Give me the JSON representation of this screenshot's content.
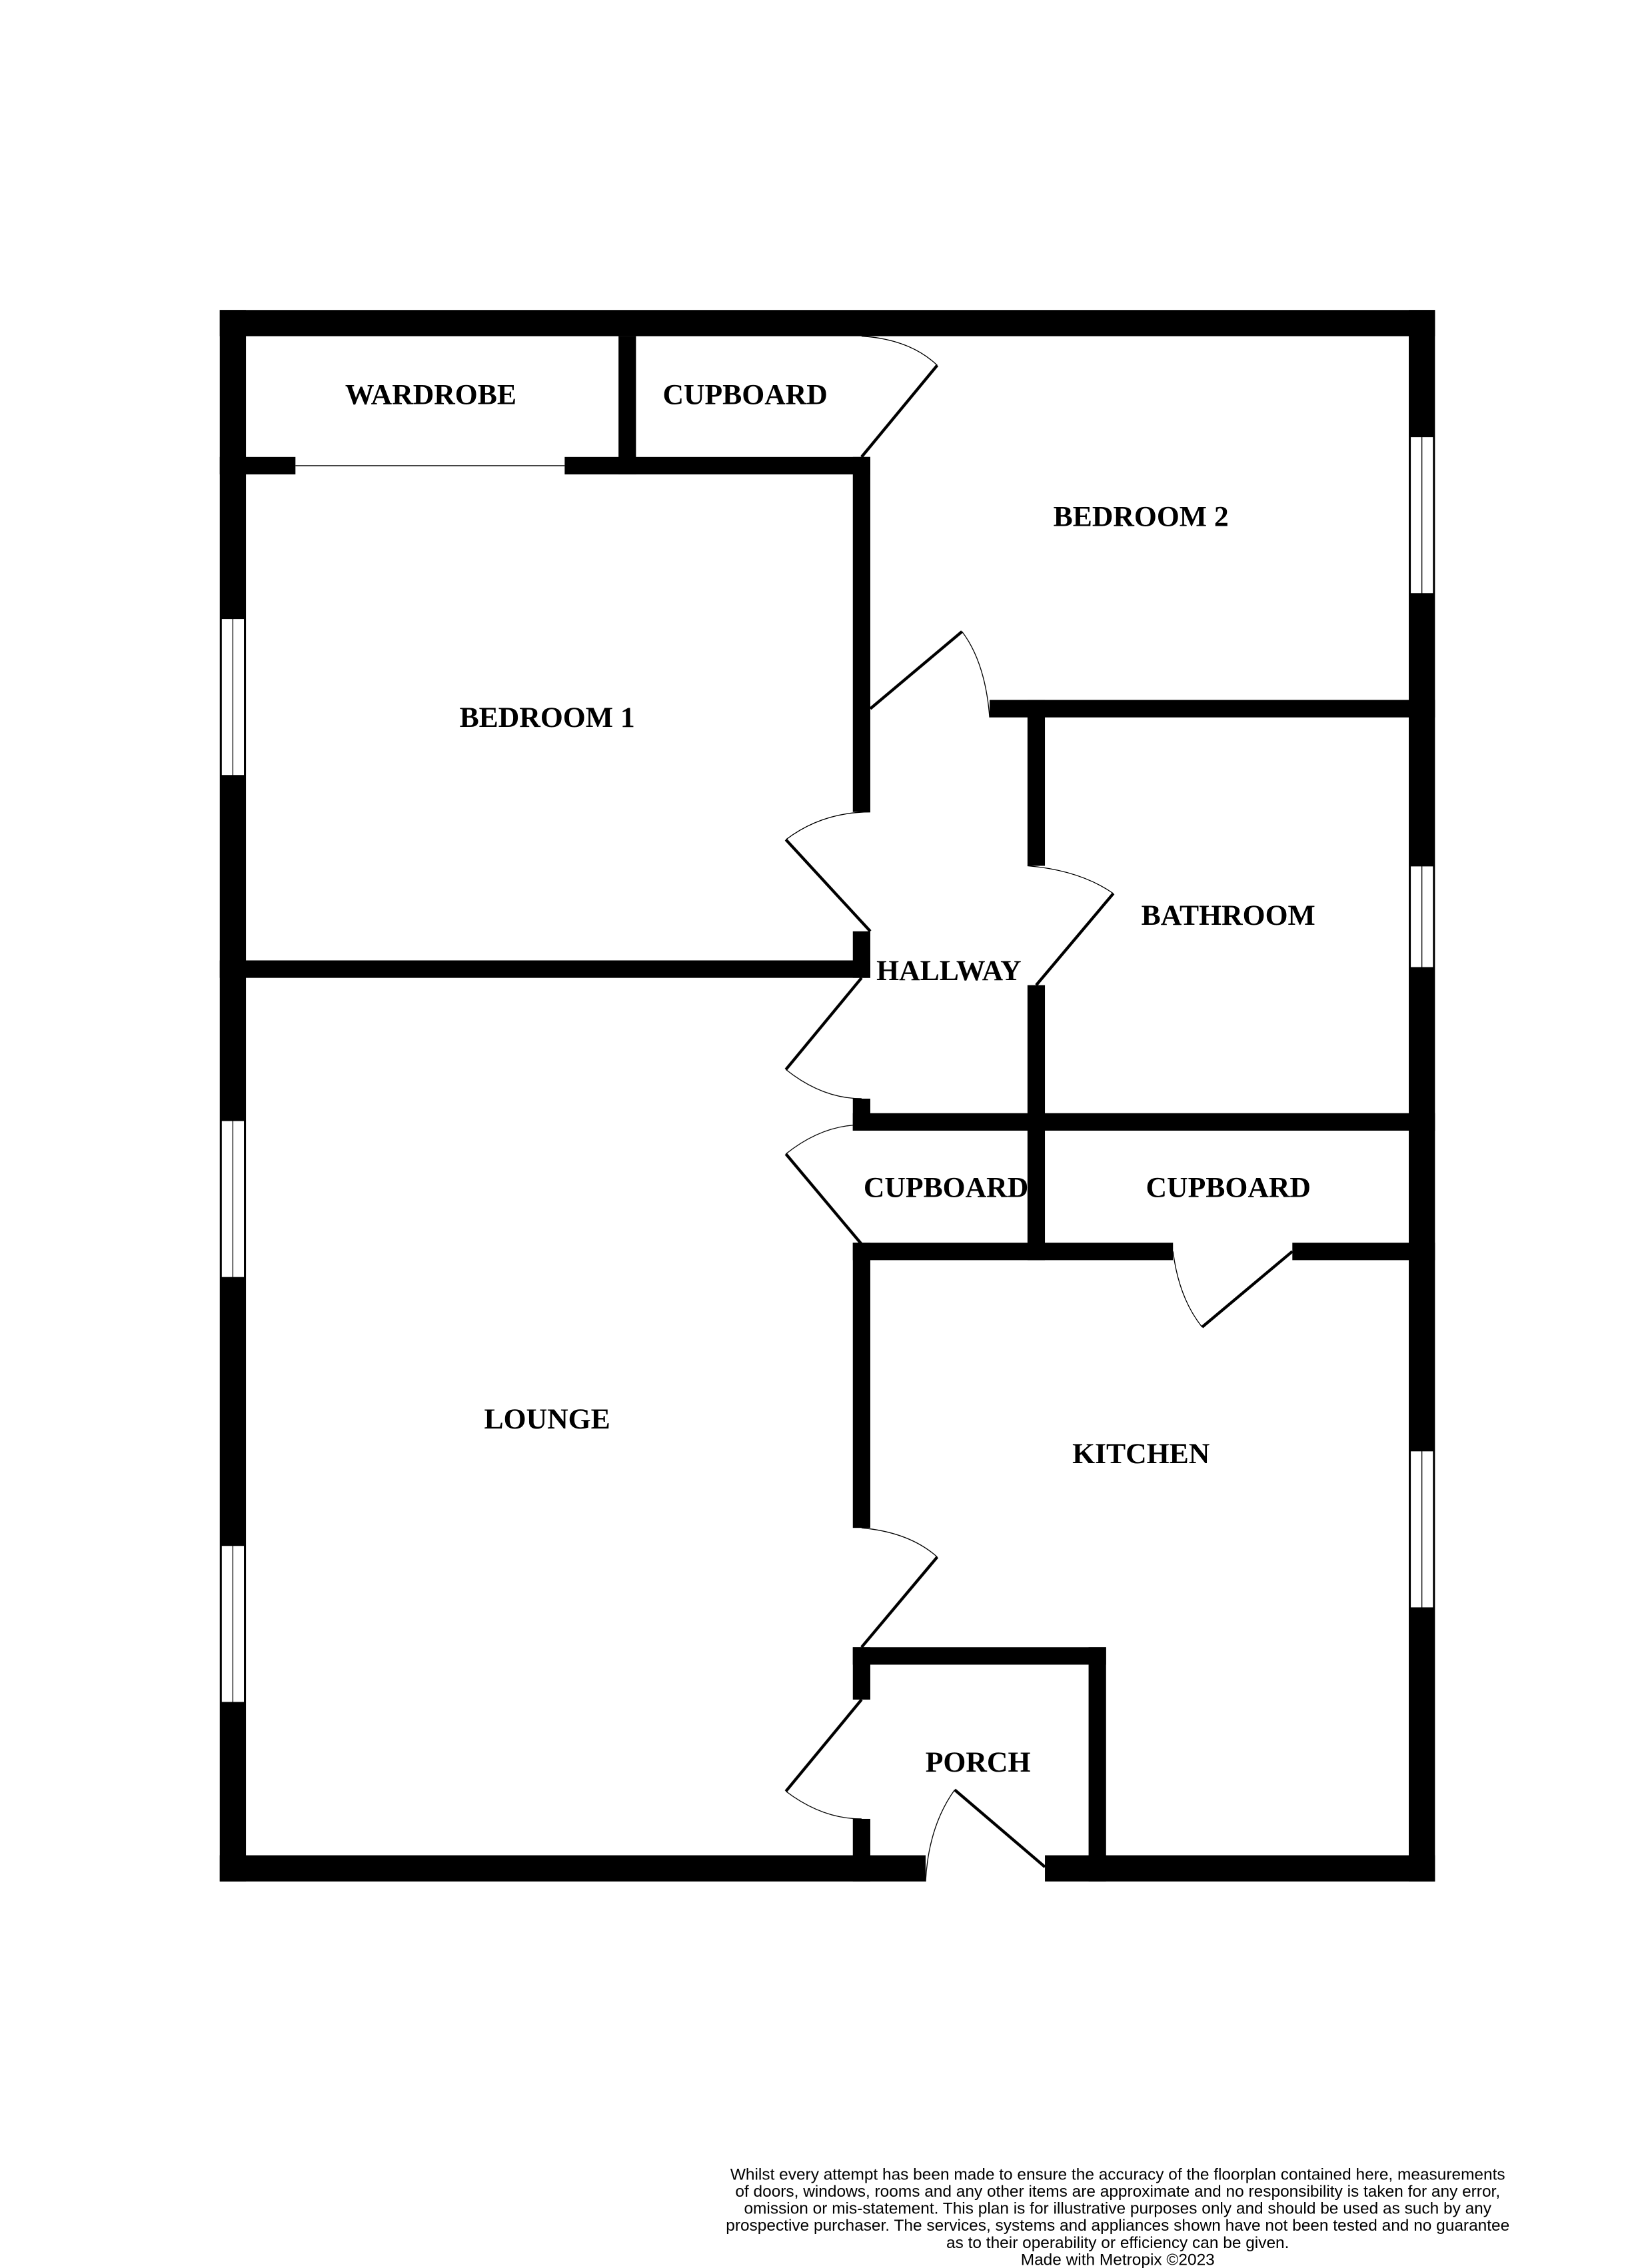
{
  "rooms": {
    "wardrobe": "WARDROBE",
    "cupboard_top": "CUPBOARD",
    "bedroom2": "BEDROOM 2",
    "bedroom1": "BEDROOM 1",
    "bathroom": "BATHROOM",
    "hallway": "HALLWAY",
    "cupboard_hall": "CUPBOARD",
    "cupboard_kitchen": "CUPBOARD",
    "lounge": "LOUNGE",
    "kitchen": "KITCHEN",
    "porch": "PORCH"
  },
  "disclaimer": {
    "lines": [
      "Whilst every attempt has been made to ensure the accuracy of the floorplan contained here, measurements",
      "of doors, windows, rooms and any other items are approximate and no responsibility is taken for any error,",
      "omission or mis-statement. This plan is for illustrative purposes only and should be used as such by any",
      "prospective purchaser. The services, systems and appliances shown have not been tested and no guarantee",
      "as to their operability or efficiency can be given."
    ],
    "credit": "Made with Metropix ©2023"
  }
}
